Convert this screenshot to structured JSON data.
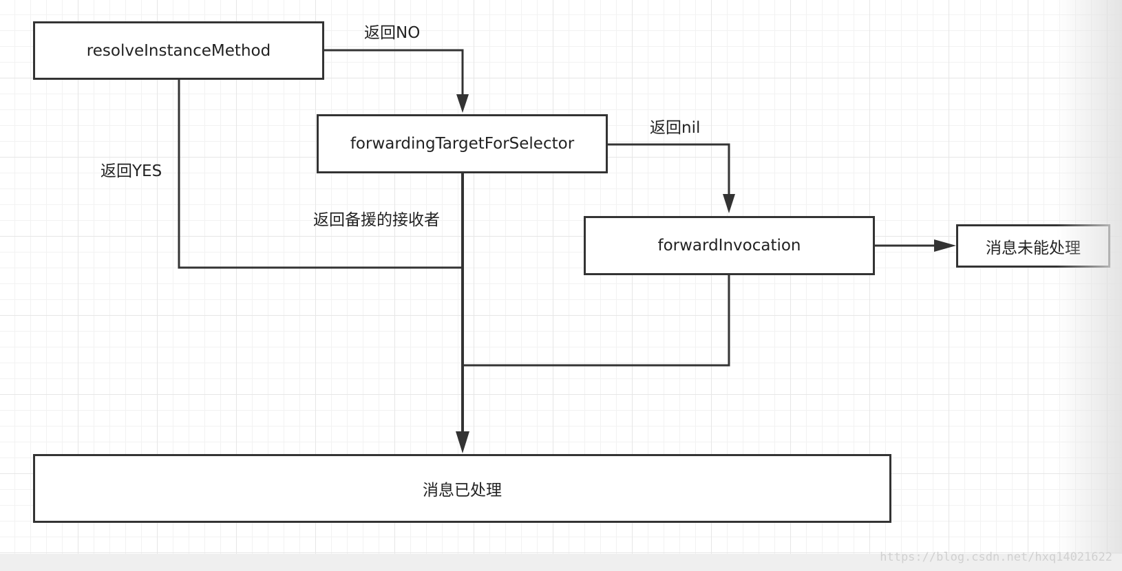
{
  "nodes": {
    "resolve": "resolveInstanceMethod",
    "forwarding_target": "forwardingTargetForSelector",
    "forward_invocation": "forwardInvocation",
    "not_handled": "消息未能处理",
    "handled": "消息已处理"
  },
  "edges": {
    "return_no": "返回NO",
    "return_yes": "返回YES",
    "return_nil": "返回nil",
    "return_backup": "返回备援的接收者"
  },
  "watermark": "https://blog.csdn.net/hxq14021622",
  "colors": {
    "line": "#333333",
    "grid_major": "#e6e6e6",
    "grid_minor": "#f2f2f2"
  }
}
